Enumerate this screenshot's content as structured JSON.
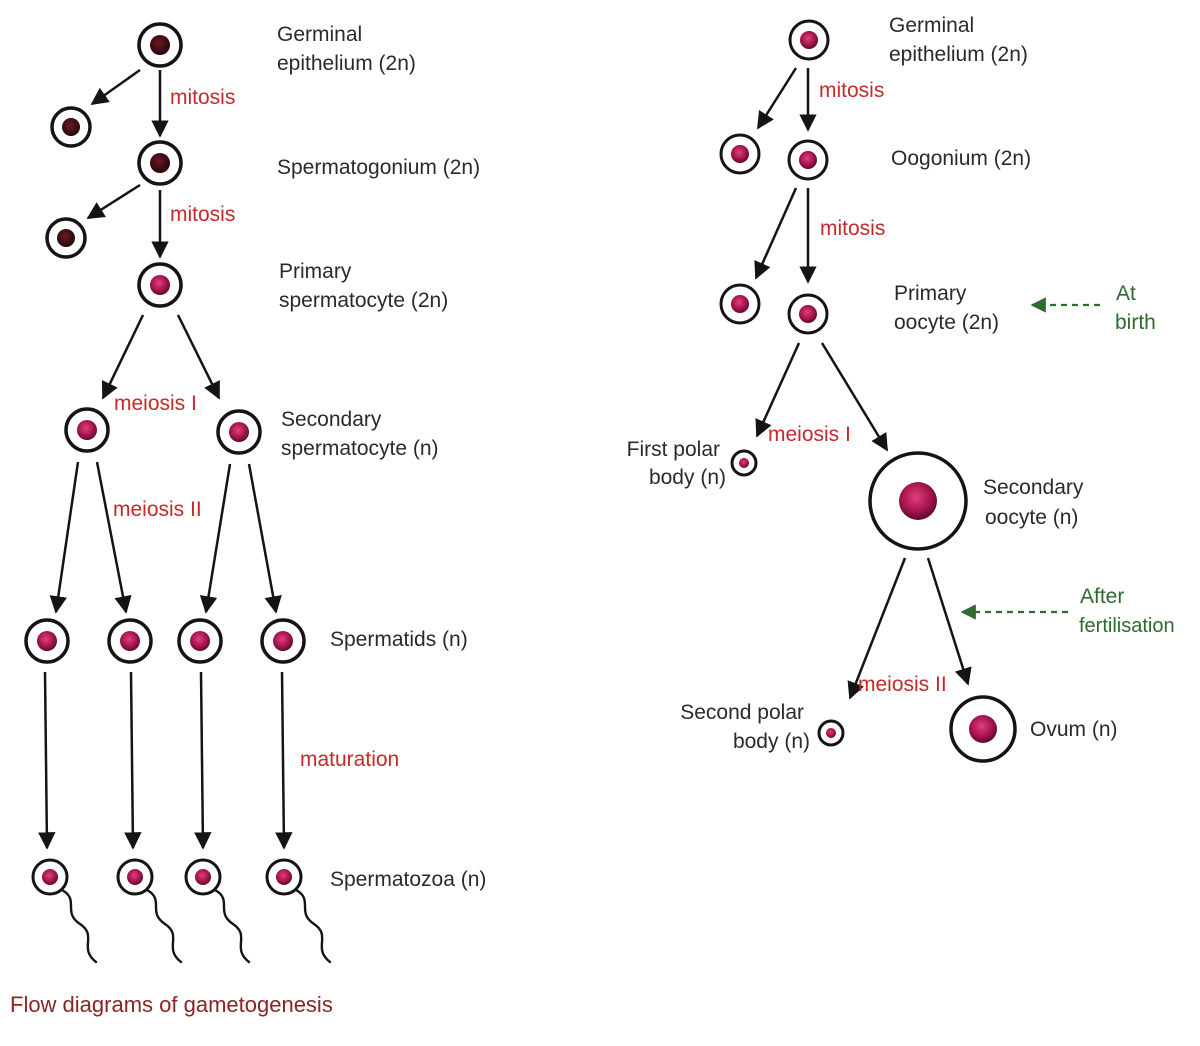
{
  "colors": {
    "label": "#2a2a2a",
    "process": "#c42a2a",
    "annotation": "#2f6b2f",
    "caption": "#8c2424",
    "nucleus_dark": "#3a0d12",
    "nucleus_magenta": "#b0175a"
  },
  "spermatogenesis": {
    "germinal_epithelium": "Germinal epithelium (2n)",
    "germinal_line1": "Germinal",
    "germinal_line2": "epithelium (2n)",
    "spermatogonium": "Spermatogonium (2n)",
    "primary_line1": "Primary",
    "primary_line2": "spermatocyte (2n)",
    "secondary_line1": "Secondary",
    "secondary_line2": "spermatocyte (n)",
    "spermatids": "Spermatids (n)",
    "spermatozoa": "Spermatozoa (n)",
    "mitosis_1": "mitosis",
    "mitosis_2": "mitosis",
    "meiosis_1": "meiosis I",
    "meiosis_2": "meiosis II",
    "maturation": "maturation"
  },
  "oogenesis": {
    "germinal_line1": "Germinal",
    "germinal_line2": "epithelium (2n)",
    "oogonium": "Oogonium (2n)",
    "primary_line1": "Primary",
    "primary_line2": "oocyte (2n)",
    "first_polar_line1": "First polar",
    "first_polar_line2": "body (n)",
    "secondary_line1": "Secondary",
    "secondary_line2": "oocyte (n)",
    "second_polar_line1": "Second polar",
    "second_polar_line2": "body (n)",
    "ovum": "Ovum (n)",
    "mitosis_1": "mitosis",
    "mitosis_2": "mitosis",
    "meiosis_1": "meiosis I",
    "meiosis_2": "meiosis II",
    "at_birth_line1": "At",
    "at_birth_line2": "birth",
    "after_fert_line1": "After",
    "after_fert_line2": "fertilisation"
  },
  "caption": "Flow diagrams of gametogenesis"
}
